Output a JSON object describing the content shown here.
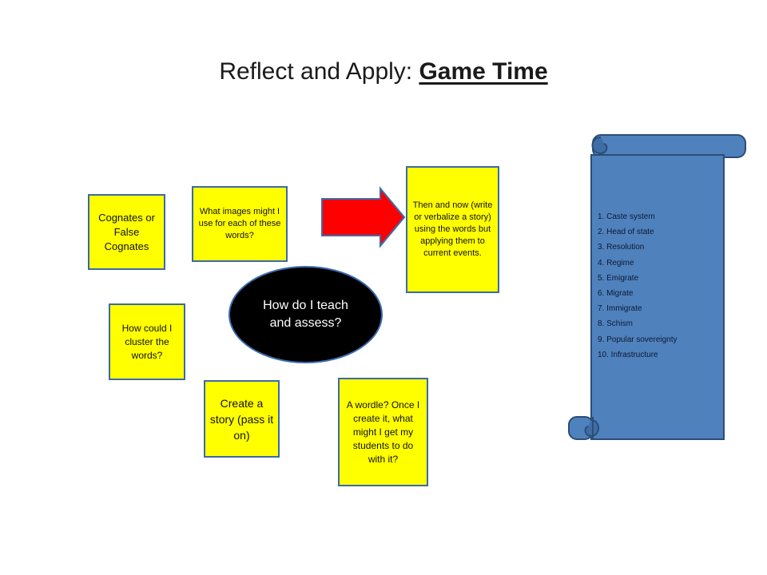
{
  "title": {
    "prefix": "Reflect and Apply: ",
    "emphasis": "Game Time"
  },
  "notes": {
    "cognates": "Cognates or False Cognates",
    "images": "What images might I use for each of these words?",
    "then_now": "Then and now (write or verbalize a story) using the words but applying them to current events.",
    "cluster": "How could I cluster the words?",
    "story": "Create a story (pass it on)",
    "wordle": "A wordle? Once I create it, what might I get my students to do with it?"
  },
  "center": {
    "label": "How do I teach and assess?"
  },
  "vocab": [
    "1. Caste system",
    "2. Head of state",
    "3. Resolution",
    "4. Regime",
    "5. Emigrate",
    "6. Migrate",
    "7. Immigrate",
    "8. Schism",
    "9. Popular sovereignty",
    "10. Infrastructure"
  ],
  "colors": {
    "note_fill": "#ffff00",
    "note_border": "#3a6aa6",
    "arrow_fill": "#ff0000",
    "arrow_outline": "#3b6cb0",
    "scroll_fill": "#4f81bd",
    "scroll_outline": "#2c4d75",
    "oval_fill": "#000000"
  },
  "icons": {
    "arrow": "right-arrow-icon",
    "scroll": "scroll-icon"
  }
}
